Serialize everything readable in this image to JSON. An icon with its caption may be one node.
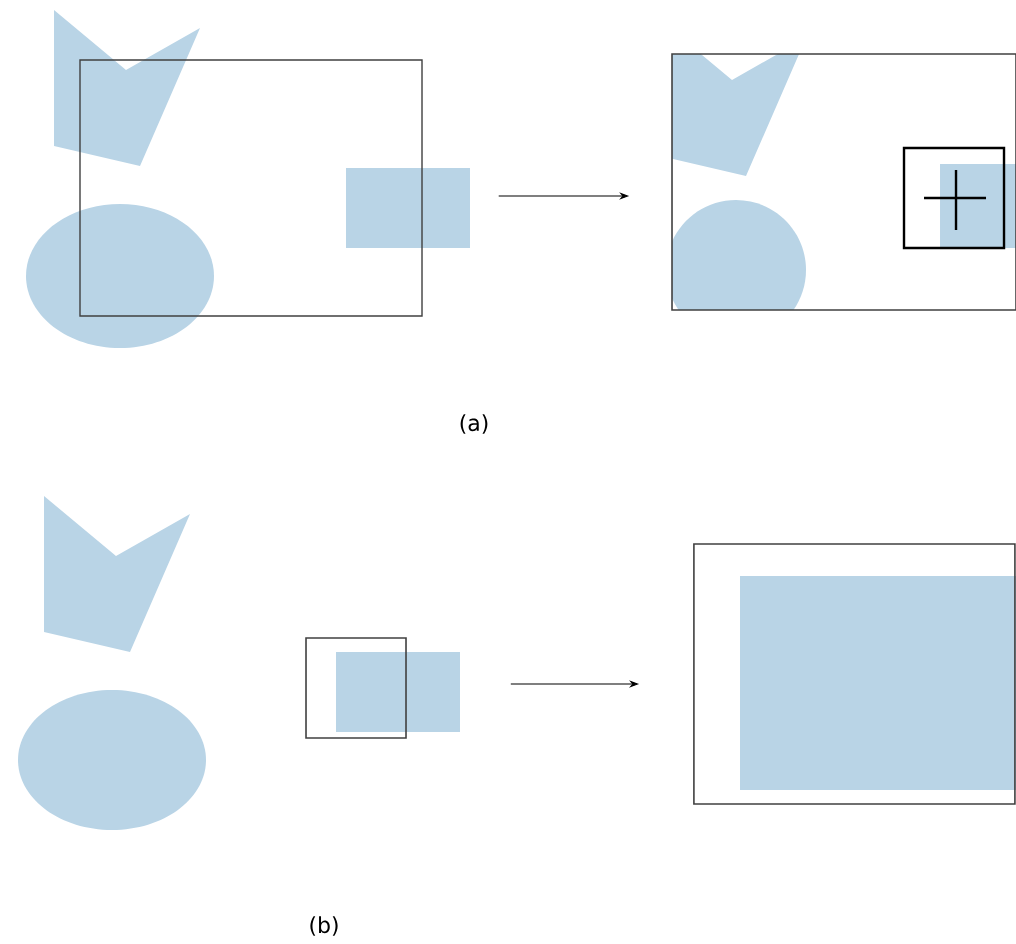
{
  "diagram": {
    "nodes": [
      {
        "text": [],
        "shape": "box"
      },
      {
        "text": [],
        "shape": "box"
      },
      {
        "text": [],
        "shape": "box"
      },
      {
        "text": [],
        "shape": "box"
      }
    ],
    "edges": [
      {
        "from": 0,
        "to": 1,
        "arrow": "to"
      },
      {
        "from": 2,
        "to": 3,
        "arrow": "to"
      }
    ],
    "labels": [
      "(a)",
      "(b)"
    ]
  }
}
